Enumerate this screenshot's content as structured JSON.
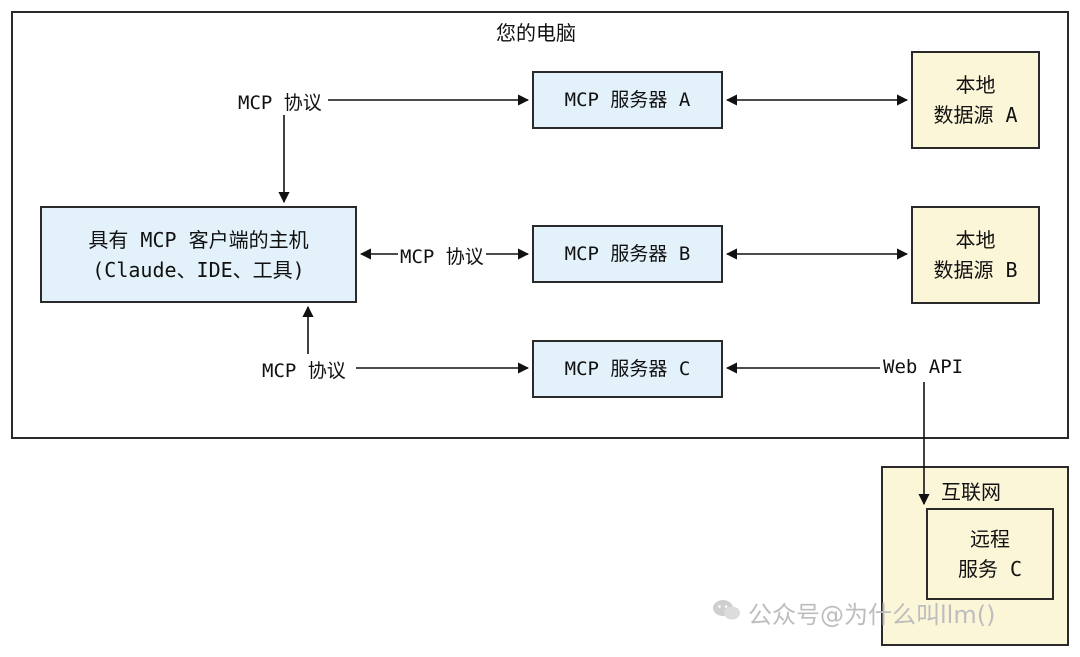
{
  "diagram": {
    "computer_title": "您的电脑",
    "host": {
      "line1": "具有 MCP 客户端的主机",
      "line2": "(Claude、IDE、工具)"
    },
    "servers": {
      "a": "MCP 服务器 A",
      "b": "MCP 服务器 B",
      "c": "MCP 服务器 C"
    },
    "datasource_a": {
      "line1": "本地",
      "line2": "数据源 A"
    },
    "datasource_b": {
      "line1": "本地",
      "line2": "数据源 B"
    },
    "protocol_labels": {
      "top": "MCP 协议",
      "middle": "MCP 协议",
      "bottom": "MCP 协议"
    },
    "web_api": "Web API",
    "internet_title": "互联网",
    "remote": {
      "line1": "远程",
      "line2": "服务 C"
    }
  },
  "watermark": "公众号@为什么叫llm()"
}
